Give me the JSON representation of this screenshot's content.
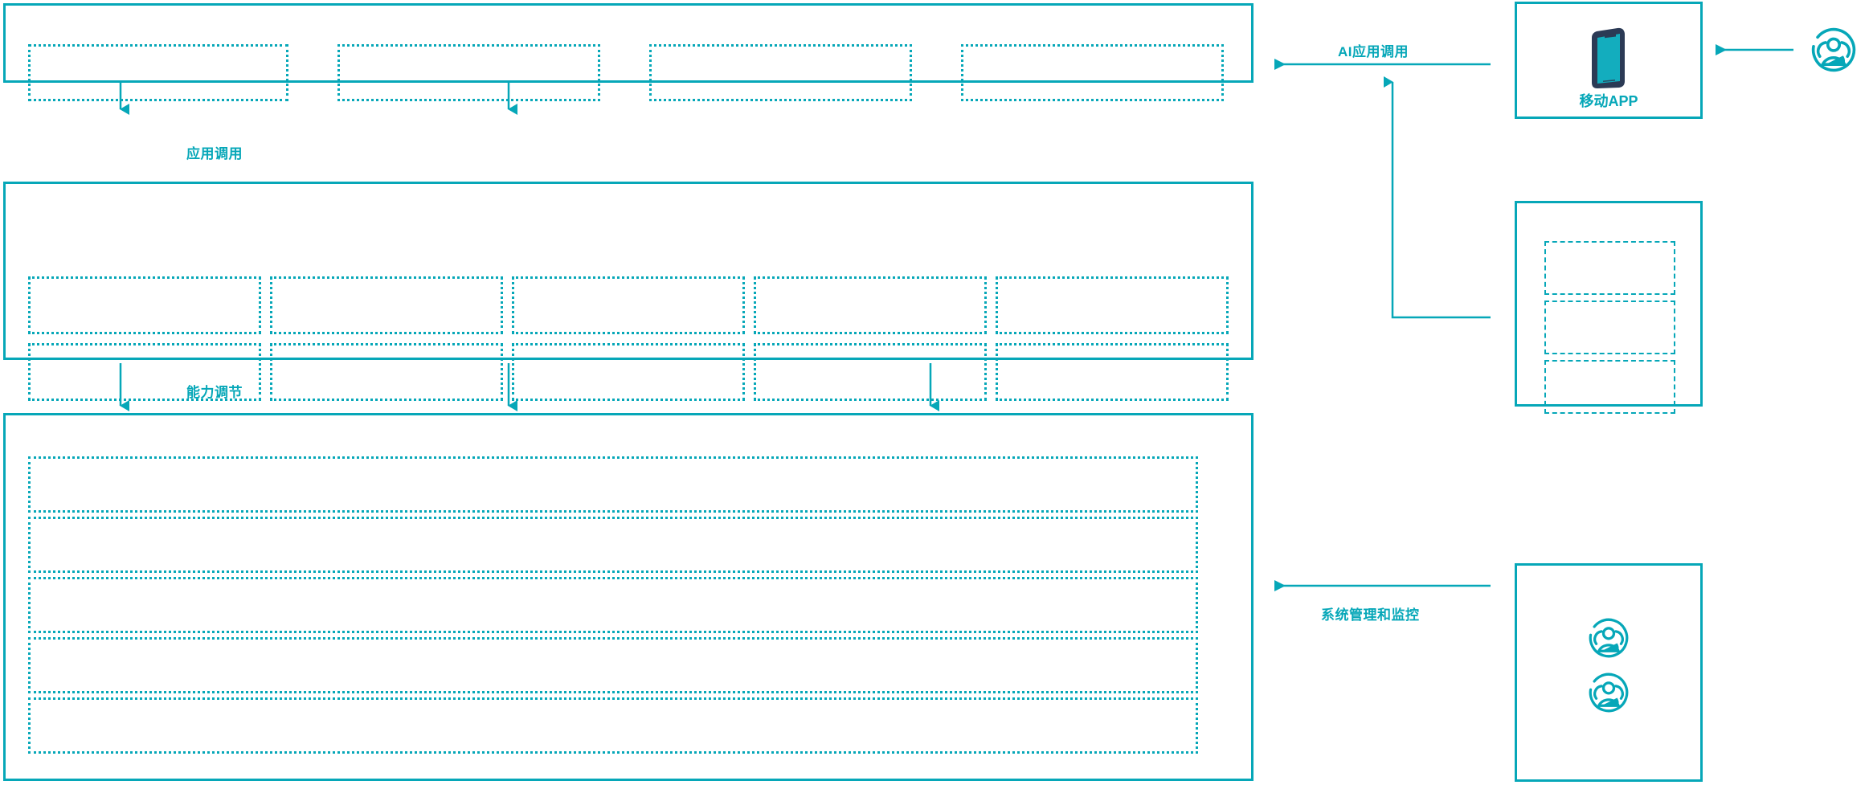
{
  "theme": {
    "accent": "#06A7B8",
    "phone_body": "#2B3A55",
    "phone_screen": "#13ADBE",
    "background": "#FFFFFF"
  },
  "diagram": {
    "type": "layered-architecture",
    "orientation": "left-stack-with-right-actors",
    "connectors": [
      {
        "id": "app-call",
        "label": "应用调用",
        "direction": "down",
        "from": "application-layer",
        "to": "capability-layer"
      },
      {
        "id": "capability-call",
        "label": "能力调节",
        "direction": "down",
        "from": "capability-layer",
        "to": "platform-layer"
      },
      {
        "id": "ai-app-call",
        "label": "AI应用调用",
        "direction": "left",
        "from": "mobile-app-panel",
        "to": "application-layer"
      },
      {
        "id": "sys-manage",
        "label": "系统管理和监控",
        "direction": "left",
        "from": "operators-panel",
        "to": "platform-layer"
      }
    ]
  },
  "layers": {
    "application": {
      "name": "application-layer",
      "box_count": 4,
      "boxes": [
        {
          "label": ""
        },
        {
          "label": ""
        },
        {
          "label": ""
        },
        {
          "label": ""
        }
      ]
    },
    "capability": {
      "name": "capability-layer",
      "columns": 5,
      "rows": 2,
      "box_count": 10,
      "boxes": [
        {
          "label": ""
        },
        {
          "label": ""
        },
        {
          "label": ""
        },
        {
          "label": ""
        },
        {
          "label": ""
        },
        {
          "label": ""
        },
        {
          "label": ""
        },
        {
          "label": ""
        },
        {
          "label": ""
        },
        {
          "label": ""
        }
      ]
    },
    "platform": {
      "name": "platform-layer",
      "row_count": 5,
      "rows": [
        {
          "label": ""
        },
        {
          "label": ""
        },
        {
          "label": ""
        },
        {
          "label": ""
        },
        {
          "label": ""
        }
      ]
    }
  },
  "right_column": {
    "mobile_panel": {
      "name": "mobile-app-panel",
      "caption": "移动APP",
      "icon": "mobile-phone-icon"
    },
    "channels_panel": {
      "name": "channels-panel",
      "caption": "",
      "box_count": 3,
      "boxes": [
        {
          "label": ""
        },
        {
          "label": ""
        },
        {
          "label": ""
        }
      ]
    },
    "operators_panel": {
      "name": "operators-panel",
      "caption": "",
      "icons": [
        {
          "name": "user-group-icon"
        },
        {
          "name": "user-group-icon"
        }
      ]
    },
    "external_actor": {
      "name": "external-user-icon",
      "icon": "user-group-icon",
      "label": ""
    }
  }
}
